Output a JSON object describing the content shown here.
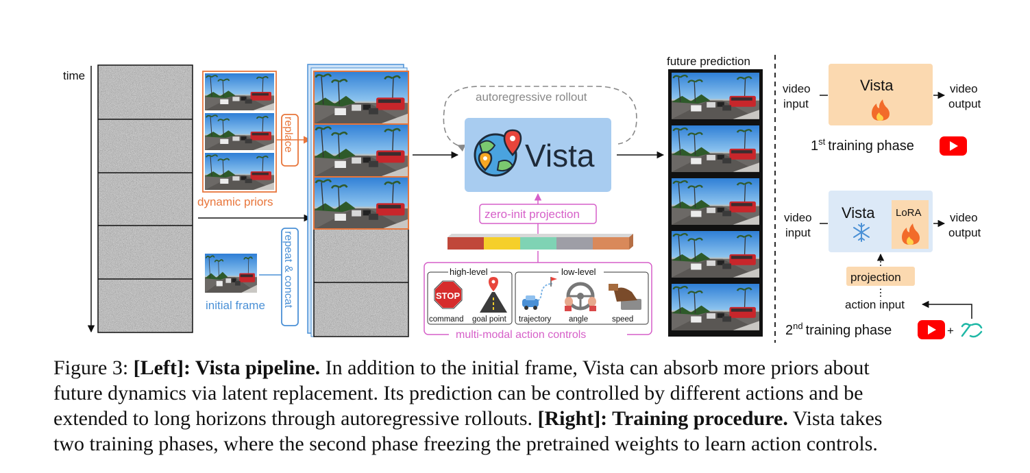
{
  "left": {
    "time_label": "time",
    "dynamic_priors_label": "dynamic priors",
    "replace_label": "replace",
    "initial_frame_label": "initial frame",
    "repeat_concat_label": "repeat & concat",
    "autoregressive_label": "autoregressive rollout",
    "vista_label": "Vista",
    "zero_init_label": "zero-init projection",
    "high_level_label": "high-level",
    "low_level_label": "low-level",
    "stop_sign_text": "STOP",
    "controls": [
      "command",
      "goal point",
      "trajectory",
      "angle",
      "speed"
    ],
    "multimodal_label": "multi-modal action controls",
    "future_prediction_label": "future prediction",
    "token_colors": [
      "#c0473a",
      "#f5cf2a",
      "#7fd3b4",
      "#9e9ea6",
      "#d9895a"
    ]
  },
  "right": {
    "phase1": {
      "input_l1": "video",
      "input_l2": "input",
      "model": "Vista",
      "output_l1": "video",
      "output_l2": "output",
      "phase_ordinal": "1",
      "phase_sup": "st",
      "phase_text": "training phase"
    },
    "phase2": {
      "input_l1": "video",
      "input_l2": "input",
      "model": "Vista",
      "lora": "LoRA",
      "output_l1": "video",
      "output_l2": "output",
      "projection": "projection",
      "action_input": "action input",
      "phase_ordinal": "2",
      "phase_sup": "nd",
      "phase_text": "training phase",
      "plus": "+"
    }
  },
  "caption": {
    "prefix": "Figure 3: ",
    "left_bold": "[Left]: Vista pipeline.",
    "left_text_1": " In addition to the initial frame, Vista can absorb more priors about",
    "line2": "future dynamics via latent replacement. Its prediction can be controlled by different actions and be",
    "line3_text": "extended to long horizons through autoregressive rollouts. ",
    "right_bold": "[Right]: Training procedure.",
    "line3_tail": " Vista takes",
    "line4": "two training phases, where the second phase freezing the pretrained weights to learn action controls."
  }
}
